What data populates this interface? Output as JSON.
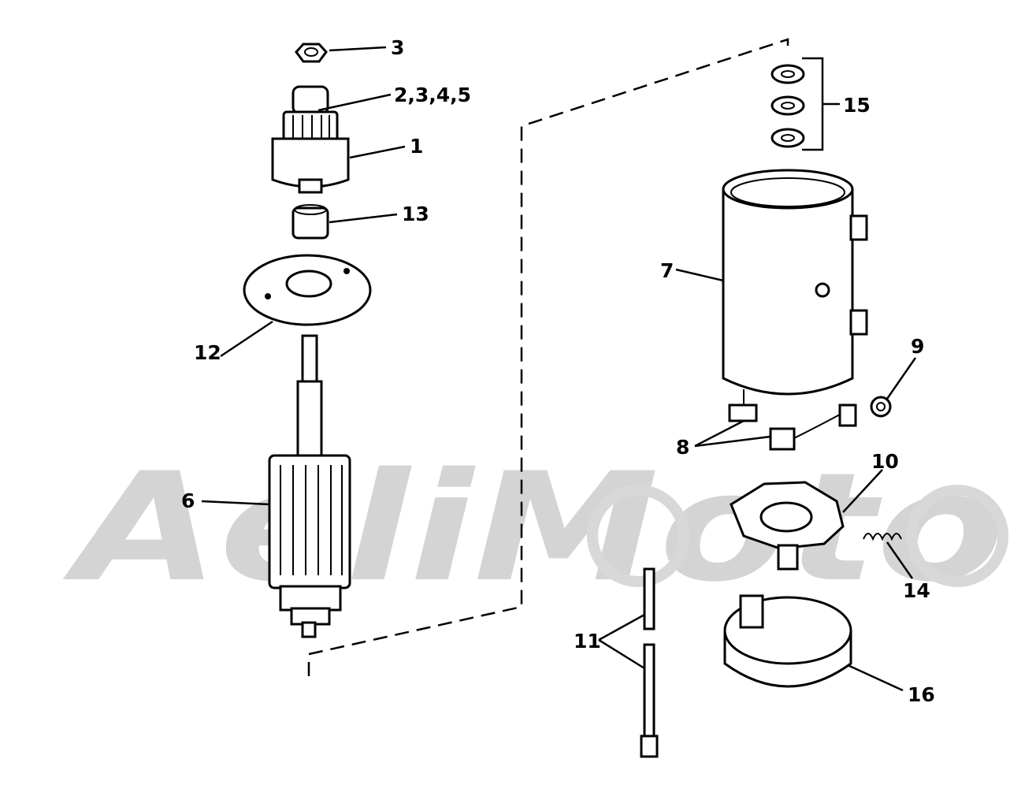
{
  "watermark": {
    "text": "AeliMoto",
    "color": "#d4d4d4"
  },
  "callouts": [
    {
      "id": "3",
      "text": "3"
    },
    {
      "id": "2345",
      "text": "2,3,4,5"
    },
    {
      "id": "1",
      "text": "1"
    },
    {
      "id": "13",
      "text": "13"
    },
    {
      "id": "12",
      "text": "12"
    },
    {
      "id": "6",
      "text": "6"
    },
    {
      "id": "15",
      "text": "15"
    },
    {
      "id": "7",
      "text": "7"
    },
    {
      "id": "9",
      "text": "9"
    },
    {
      "id": "8",
      "text": "8"
    },
    {
      "id": "10",
      "text": "10"
    },
    {
      "id": "14",
      "text": "14"
    },
    {
      "id": "11",
      "text": "11"
    },
    {
      "id": "16",
      "text": "16"
    }
  ]
}
